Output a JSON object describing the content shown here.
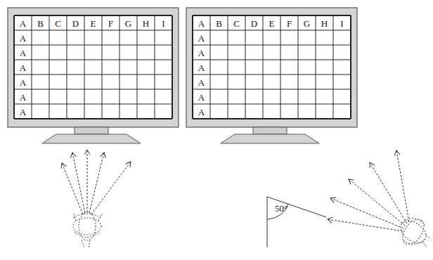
{
  "diagram": {
    "labels": [
      "A",
      "B",
      "C",
      "D",
      "E",
      "F",
      "G",
      "H",
      "I",
      "A",
      "A",
      "A",
      "A",
      "A",
      "A",
      "A",
      "B",
      "C",
      "D",
      "E",
      "F",
      "G",
      "H",
      "I",
      "A",
      "A",
      "A",
      "A",
      "A",
      "A",
      "50°"
    ]
  }
}
